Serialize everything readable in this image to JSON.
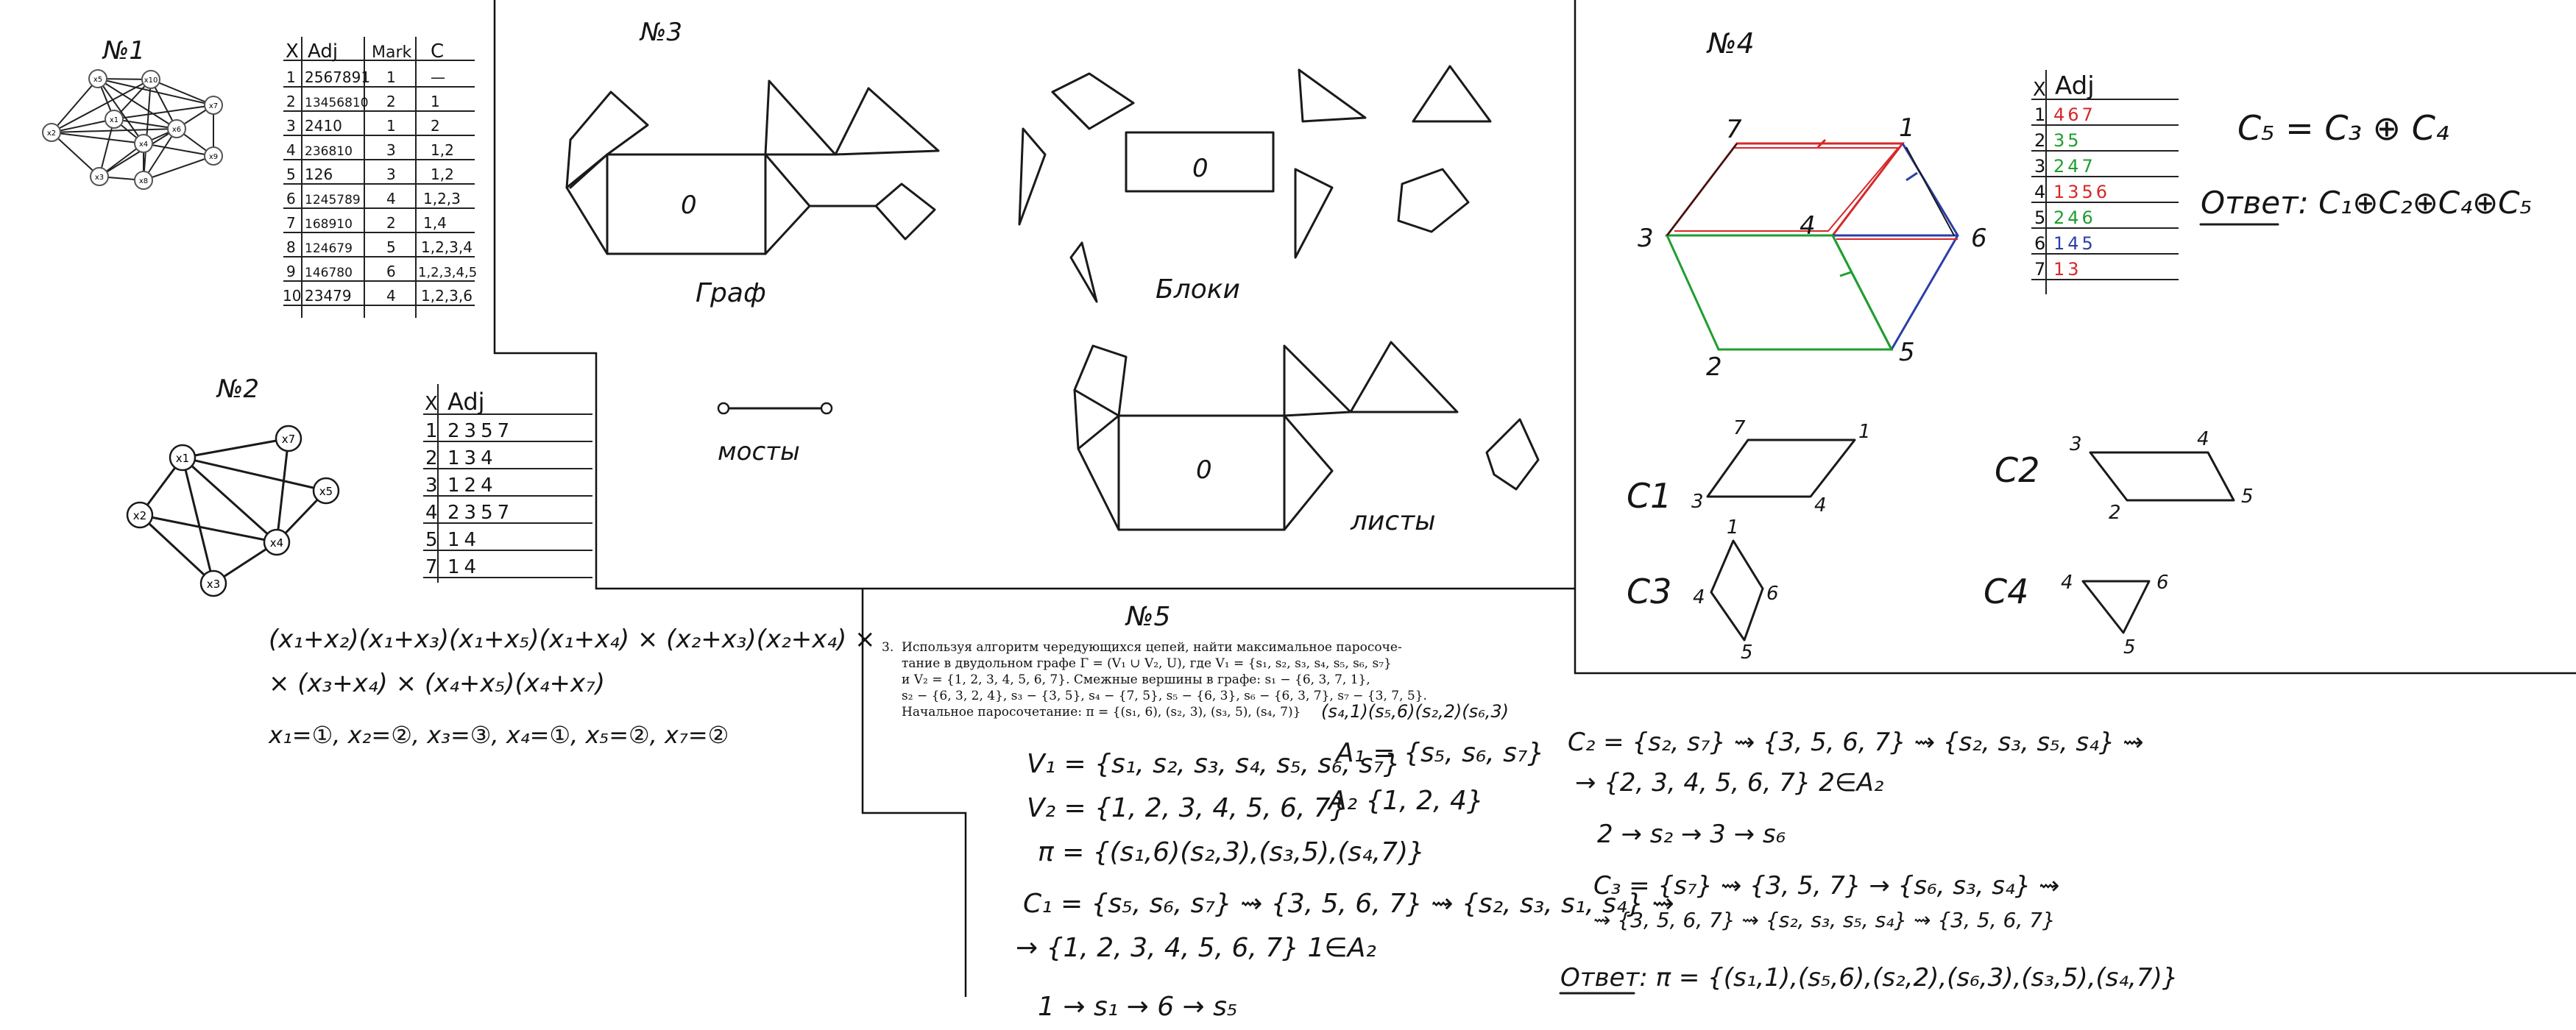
{
  "sections": {
    "n1": "№1",
    "n2": "№2",
    "n3": "№3",
    "n4": "№4",
    "n5": "№5"
  },
  "graph1": {
    "nodes": [
      "x5",
      "x10",
      "x7",
      "x2",
      "x1",
      "x6",
      "x3",
      "x4",
      "x9",
      "x8"
    ]
  },
  "table1": {
    "headers": [
      "X",
      "Adj",
      "Mark",
      "C"
    ],
    "rows": [
      [
        "1",
        "2567891",
        "1",
        "—"
      ],
      [
        "2",
        "13456810",
        "2",
        "1"
      ],
      [
        "3",
        "2410",
        "1",
        "2"
      ],
      [
        "4",
        "236810",
        "3",
        "1,2"
      ],
      [
        "5",
        "126",
        "3",
        "1,2"
      ],
      [
        "6",
        "1245789",
        "4",
        "1,2,3"
      ],
      [
        "7",
        "168910",
        "2",
        "1,4"
      ],
      [
        "8",
        "124679",
        "5",
        "1,2,3,4"
      ],
      [
        "9",
        "146780",
        "6",
        "1,2,3,4,5"
      ],
      [
        "10",
        "23479",
        "4",
        "1,2,3,6"
      ]
    ]
  },
  "graph2": {
    "nodes": [
      "x1",
      "x7",
      "x5",
      "x2",
      "x4",
      "x3"
    ]
  },
  "table2": {
    "headers": [
      "X",
      "Adj"
    ],
    "rows": [
      [
        "1",
        "2357"
      ],
      [
        "2",
        "134"
      ],
      [
        "3",
        "124"
      ],
      [
        "4",
        "2357"
      ],
      [
        "5",
        "14"
      ],
      [
        "7",
        "14"
      ]
    ]
  },
  "formula2": {
    "line1": "(x₁+x₂)(x₁+x₃)(x₁+x₅)(x₁+x₄) × (x₂+x₃)(x₂+x₄) ×",
    "line2": "× (x₃+x₄) × (x₄+x₅)(x₄+x₇)",
    "line3": "x₁=①, x₂=②, x₃=③, x₄=①, x₅=②, x₇=②"
  },
  "labels3": {
    "graph": "Граф",
    "blocks": "Блоки",
    "bridges": "мосты",
    "leaves": "листы",
    "zero": "0"
  },
  "graph4": {
    "vertices": [
      "7",
      "1",
      "3",
      "4",
      "6",
      "2",
      "5"
    ],
    "formula": "C₅ = C₃ ⊕ C₄",
    "answer": "Ответ: C₁⊕C₂⊕C₄⊕C₅",
    "colors": {
      "red": "#d62828",
      "green": "#1f9e2e",
      "blue": "#2b3fa8"
    }
  },
  "table4": {
    "headers": [
      "X",
      "Adj"
    ],
    "rows": [
      [
        "1",
        "467"
      ],
      [
        "2",
        "35"
      ],
      [
        "3",
        "247"
      ],
      [
        "4",
        "1356"
      ],
      [
        "5",
        "246"
      ],
      [
        "6",
        "145"
      ],
      [
        "7",
        "13"
      ]
    ]
  },
  "cycles4": {
    "c1": "C1",
    "c2": "C2",
    "c3": "C3",
    "c4": "C4",
    "c1_nodes": [
      "7",
      "1",
      "3",
      "4"
    ],
    "c2_nodes": [
      "3",
      "4",
      "2",
      "5"
    ],
    "c3_nodes": [
      "1",
      "4",
      "6",
      "5"
    ],
    "c4_nodes": [
      "4",
      "6",
      "5"
    ]
  },
  "problem5": {
    "num": "3.",
    "line1": "Используя алгоритм чередующихся цепей, найти максимальное паросоче-",
    "line2": "тание в двудольном графе Γ = (V₁ ∪ V₂, U), где V₁ = {s₁, s₂, s₃, s₄, s₅, s₆, s₇}",
    "line3": "и V₂ = {1, 2, 3, 4, 5, 6, 7}. Смежные вершины в графе: s₁ − {6, 3, 7, 1},",
    "line4": "s₂ − {6, 3, 2, 4}, s₃ − {3, 5}, s₄ − {7, 5}, s₅ − {6, 3}, s₆ − {6, 3, 7}, s₇ − {3, 7, 5}.",
    "line5": "Начальное паросочетание: π = {(s₁, 6), (s₂, 3), (s₃, 5), (s₄, 7)}"
  },
  "work5": {
    "v1": "V₁ = {s₁, s₂, s₃, s₄, s₅, s₆, s₇}",
    "a1": "A₁ = {s₅, s₆, s₇}",
    "v2": "V₂ = {1, 2, 3, 4, 5, 6, 7}",
    "a2": "A₂ {1, 2, 4}",
    "pi": "π = {(s₁,6)(s₂,3),(s₃,5),(s₄,7)}",
    "c1": "C₁ = {s₅, s₆, s₇} ⇝ {3, 5, 6, 7} ⇝ {s₂, s₃, s₁, s₄} ⇝",
    "c1b": "→ {1, 2, 3, 4, 5, 6, 7} 1∈A₂",
    "c1c": "1 → s₁ → 6 → s₅",
    "c2": "C₂ = {s₂, s₇} ⇝ {3, 5, 6, 7} ⇝ {s₂, s₃, s₅, s₄} ⇝",
    "c2b": "→ {2, 3, 4, 5, 6, 7} 2∈A₂",
    "c2c": "2 → s₂ → 3 → s₆",
    "c3": "C₃ = {s₇} ⇝ {3, 5, 7} → {s₆, s₃, s₄} ⇝",
    "c3b": "⇝ {3, 5, 6, 7} ⇝ {s₂, s₃, s₅, s₄} ⇝ {3, 5, 6, 7}",
    "answer": "Ответ: π = {(s₁,1),(s₅,6),(s₂,2),(s₆,3),(s₃,5),(s₄,7)}",
    "pi_extra": "(s₄,1)(s₅,6)(s₂,2)(s₆,3)"
  }
}
